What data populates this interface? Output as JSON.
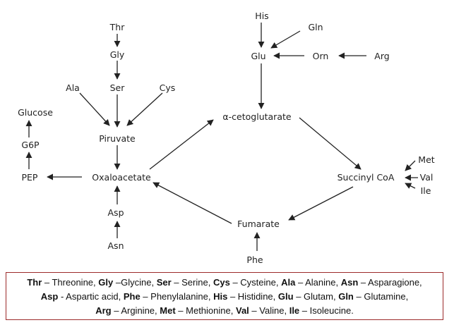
{
  "diagram": {
    "nodes": {
      "thr": "Thr",
      "gly": "Gly",
      "ser": "Ser",
      "ala": "Ala",
      "cys": "Cys",
      "glucose": "Glucose",
      "g6p": "G6P",
      "pep": "PEP",
      "piruvate": "Piruvate",
      "oxaloacetate": "Oxaloacetate",
      "asp": "Asp",
      "asn": "Asn",
      "his": "His",
      "gln": "Gln",
      "glu": "Glu",
      "orn": "Orn",
      "arg": "Arg",
      "akg": "α-cetoglutarate",
      "succinyl": "Succinyl CoA",
      "met": "Met",
      "val": "Val",
      "ile": "Ile",
      "fumarate": "Fumarate",
      "phe": "Phe"
    }
  },
  "legend": {
    "entries": [
      {
        "abbr": "Thr",
        "name": "Threonine"
      },
      {
        "abbr": "Gly",
        "name": "Glycine"
      },
      {
        "abbr": "Ser",
        "name": "Serine"
      },
      {
        "abbr": "Cys",
        "name": "Cysteine"
      },
      {
        "abbr": "Ala",
        "name": "Alanine"
      },
      {
        "abbr": "Asn",
        "name": "Asparagione"
      },
      {
        "abbr": "Asp",
        "name": "Aspartic acid"
      },
      {
        "abbr": "Phe",
        "name": "Phenylalanine"
      },
      {
        "abbr": "His",
        "name": "Histidine"
      },
      {
        "abbr": "Glu",
        "name": "Glutam"
      },
      {
        "abbr": "Gln",
        "name": "Glutamine"
      },
      {
        "abbr": "Arg",
        "name": "Arginine"
      },
      {
        "abbr": "Met",
        "name": "Methionine"
      },
      {
        "abbr": "Val",
        "name": "Valine"
      },
      {
        "abbr": "Ile",
        "name": "Isoleucine"
      }
    ]
  }
}
